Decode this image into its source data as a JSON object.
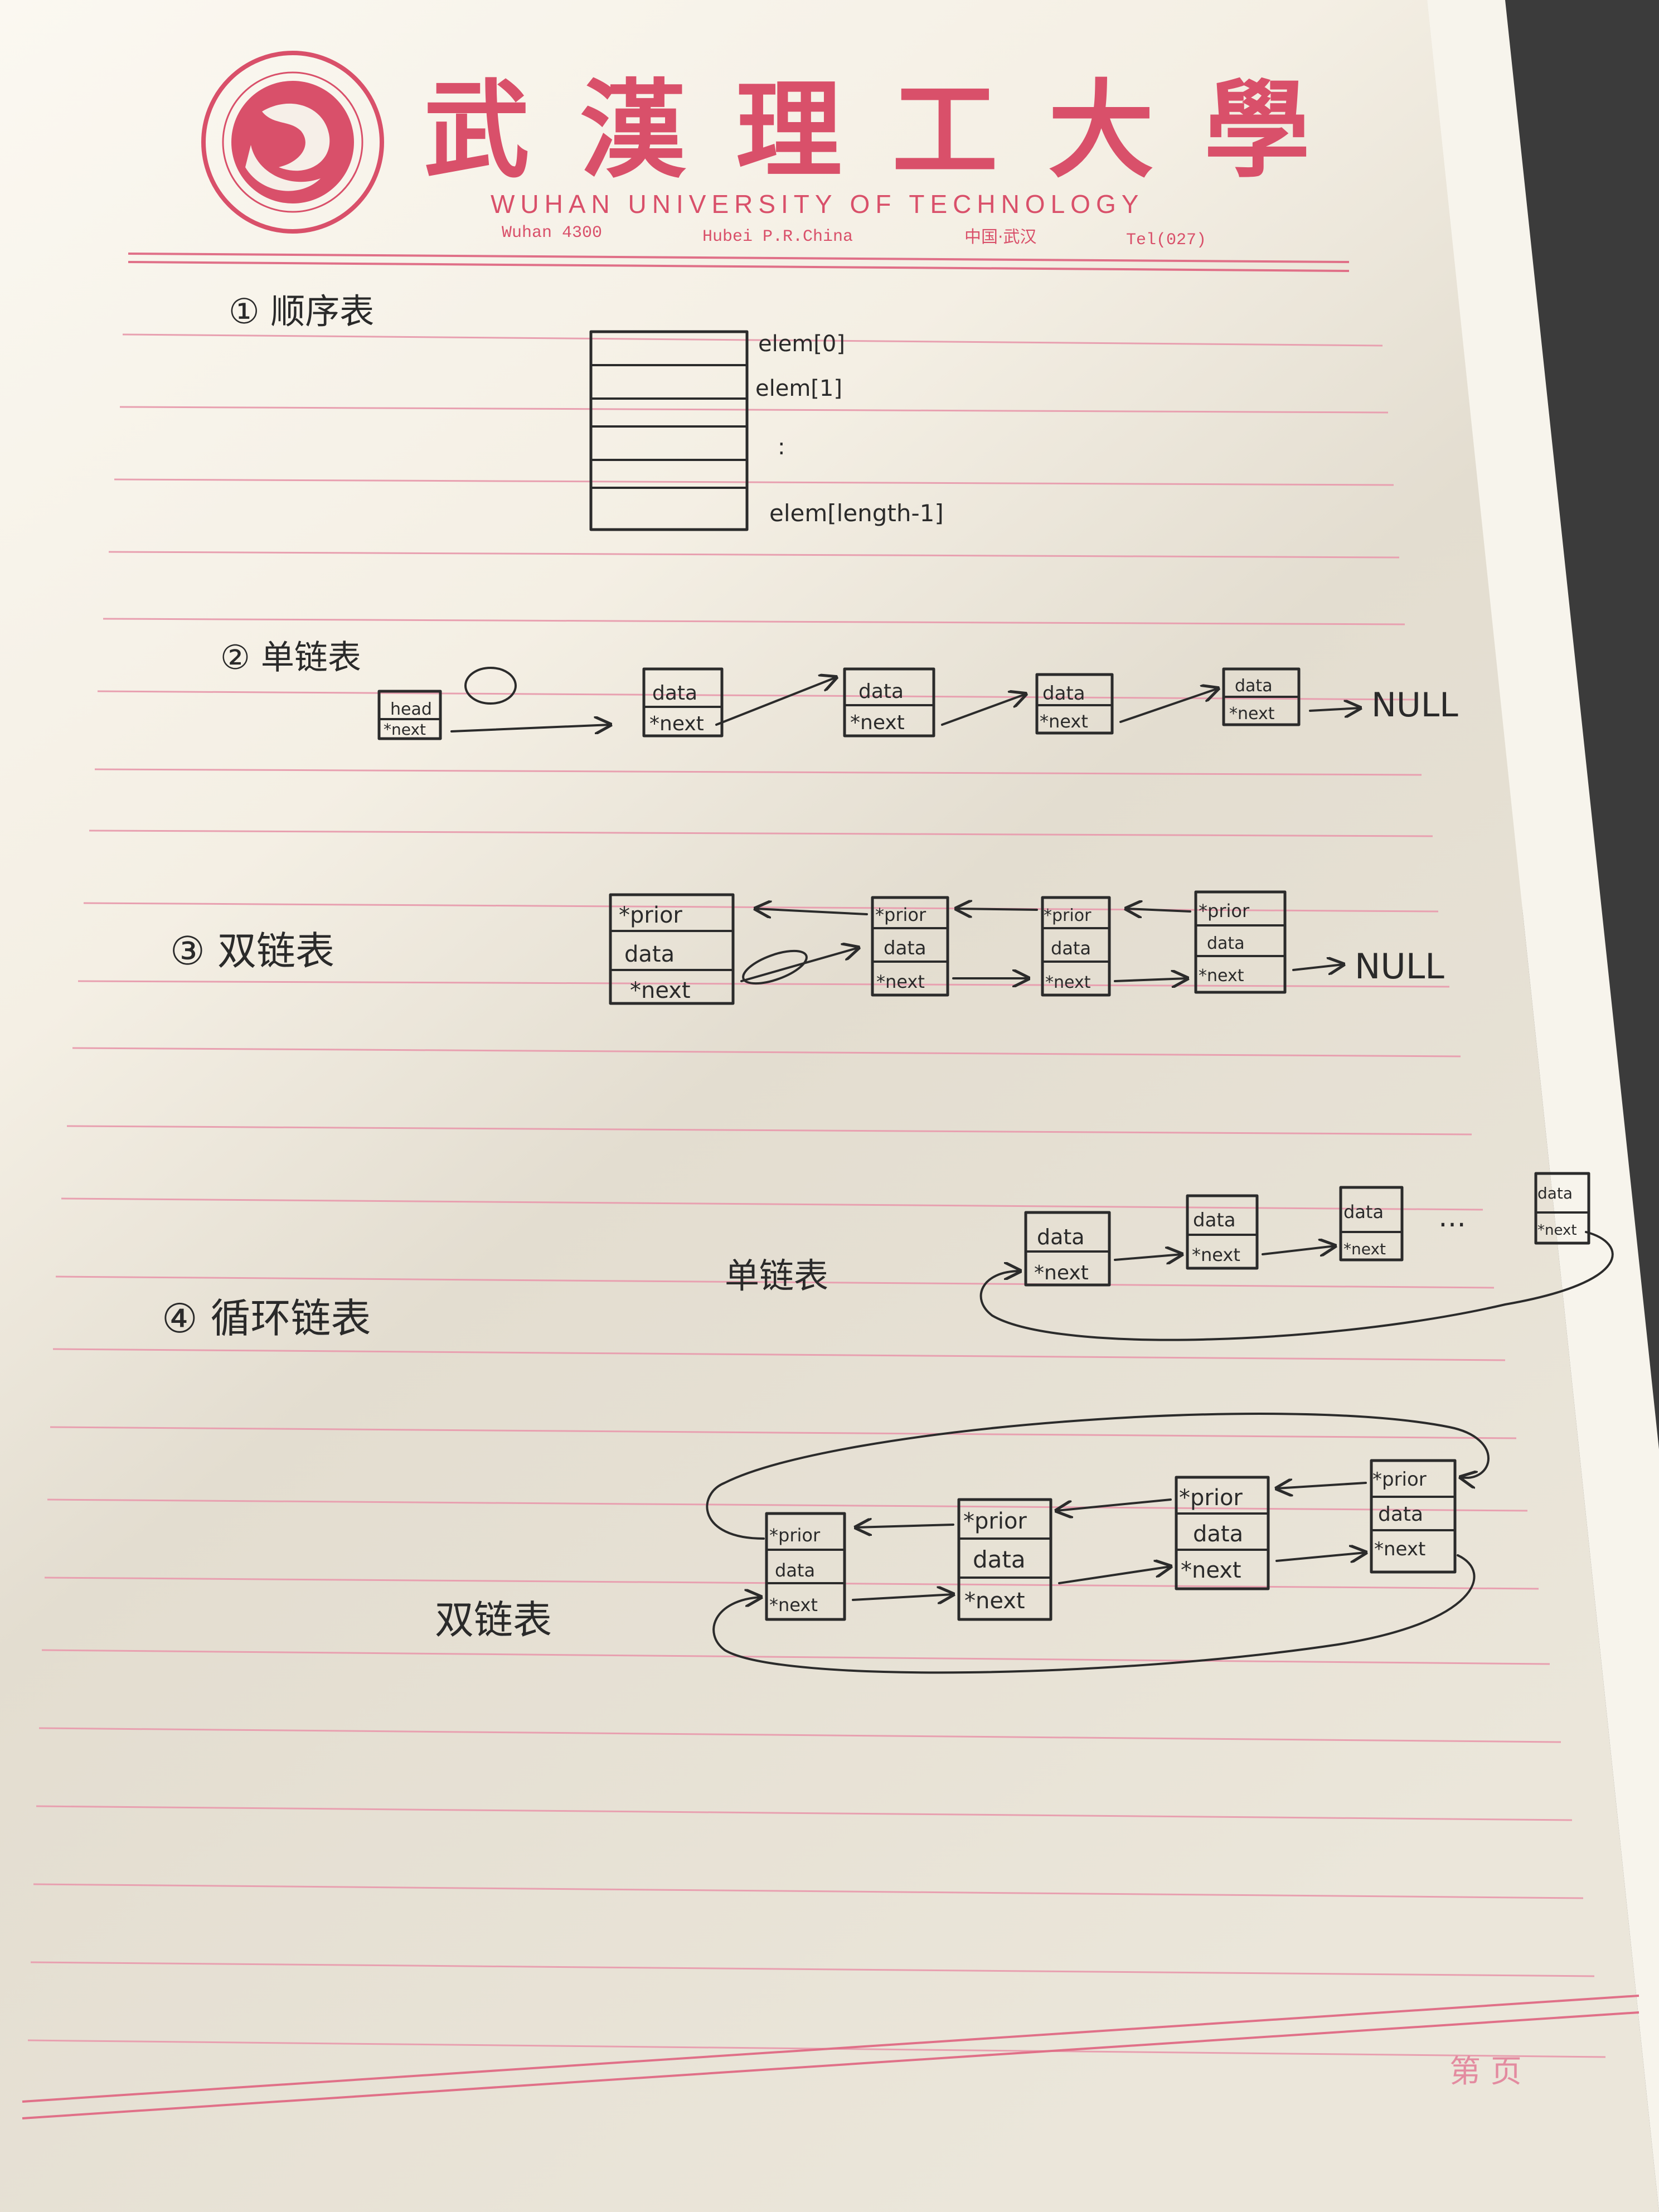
{
  "header": {
    "university_cn": "武漢理工大學",
    "university_en": "WUHAN   UNIVERSITY   OF   TECHNOLOGY",
    "address_left": "Wuhan 4300",
    "address_mid": "Hubei  P.R.China",
    "address_cn": "中国·武汉",
    "tel": "Tel(027)"
  },
  "sections": {
    "s1": {
      "heading": "① 顺序表",
      "labels": [
        "elem[0]",
        "elem[1]",
        ":",
        "elem[length-1]"
      ]
    },
    "s2": {
      "heading": "② 单链表",
      "head": [
        "head",
        "*next"
      ],
      "node": [
        "data",
        "*next"
      ],
      "null_text": "NULL"
    },
    "s3": {
      "heading": "③ 双链表",
      "node": [
        "*prior",
        "data",
        "*next"
      ],
      "null_text": "NULL"
    },
    "s4": {
      "heading": "④  循环链表",
      "single_label": "单链表",
      "double_label": "双链表",
      "single_node": [
        "data",
        "*next"
      ],
      "double_node": [
        "*prior",
        "data",
        "*next"
      ],
      "ellipsis": "…"
    }
  },
  "footer": {
    "page_label": "第      页"
  },
  "colors": {
    "paper": "#f3efe6",
    "print_red": "#d9506a",
    "ink": "#2b2b2b"
  }
}
